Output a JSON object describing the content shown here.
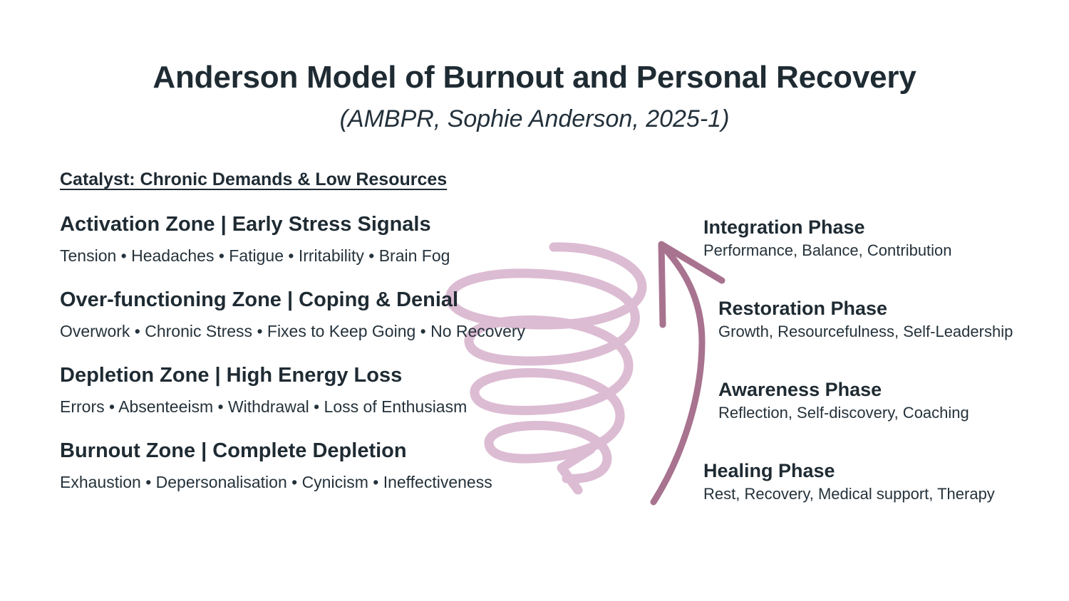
{
  "page": {
    "background_color": "#ffffff",
    "text_color": "#1f2b33"
  },
  "header": {
    "title": "Anderson Model of Burnout and Personal Recovery",
    "subtitle": "(AMBPR, Sophie Anderson, 2025-1)",
    "catalyst": "Catalyst: Chronic Demands & Low Resources"
  },
  "decline": {
    "zones": [
      {
        "title": "Activation Zone | Early Stress Signals",
        "symptoms": "Tension • Headaches • Fatigue • Irritability • Brain Fog"
      },
      {
        "title": "Over-functioning Zone | Coping & Denial",
        "symptoms": "Overwork • Chronic Stress • Fixes to Keep Going • No Recovery"
      },
      {
        "title": "Depletion Zone | High Energy Loss",
        "symptoms": "Errors • Absenteeism • Withdrawal • Loss of Enthusiasm"
      },
      {
        "title": "Burnout Zone | Complete Depletion",
        "symptoms": "Exhaustion • Depersonalisation • Cynicism • Ineffectiveness"
      }
    ]
  },
  "recovery": {
    "phases": [
      {
        "title": "Integration Phase",
        "description": "Performance, Balance, Contribution"
      },
      {
        "title": "Restoration Phase",
        "description": "Growth, Resourcefulness, Self-Leadership"
      },
      {
        "title": "Awareness Phase",
        "description": "Reflection, Self-discovery, Coaching"
      },
      {
        "title": "Healing Phase",
        "description": "Rest, Recovery, Medical support, Therapy"
      }
    ]
  },
  "graphics": {
    "downward_spiral": {
      "icon": "downward-spiral-icon",
      "color": "#dcbcd3",
      "stroke_width": 13,
      "loops": 4,
      "direction": "downward"
    },
    "recovery_arrow": {
      "icon": "upward-curved-arrow-icon",
      "color": "#a8738f",
      "stroke_width": 9,
      "direction": "upward"
    }
  }
}
